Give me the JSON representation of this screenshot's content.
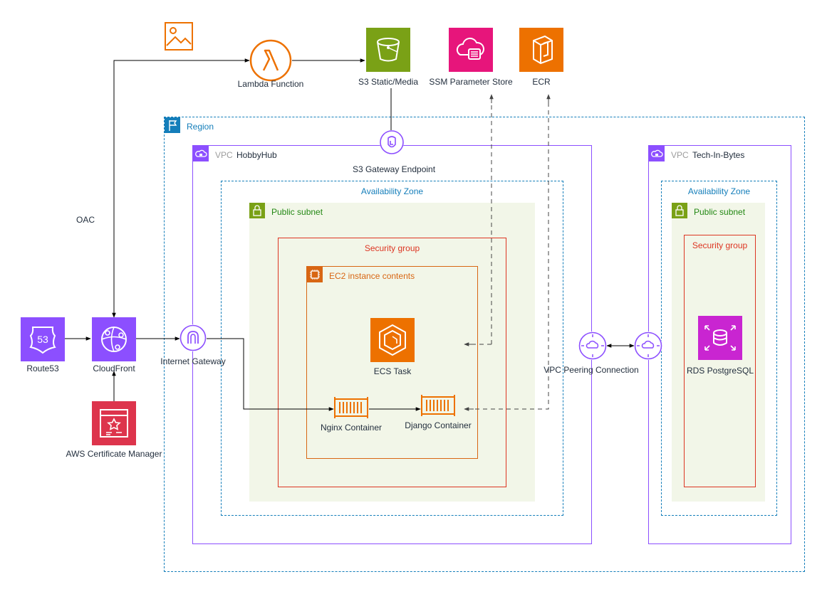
{
  "groups": {
    "region": "Region",
    "vpc_prefix": "VPC",
    "vpc_hobbyhub": "HobbyHub",
    "vpc_techinbytes": "Tech-In-Bytes",
    "az_left": "Availability Zone",
    "az_right": "Availability Zone",
    "subnet_left": "Public subnet",
    "subnet_right": "Public subnet",
    "sg_left": "Security group",
    "sg_right": "Security group",
    "ec2": "EC2 instance contents"
  },
  "services": {
    "lambda": "Lambda Function",
    "s3": "S3 Static/Media",
    "ssm": "SSM Parameter Store",
    "ecr": "ECR",
    "s3_endpoint": "S3 Gateway Endpoint",
    "route53": "Route53",
    "cloudfront": "CloudFront",
    "acm": "AWS Certificate Manager",
    "igw": "Internet Gateway",
    "ecs_task": "ECS Task",
    "nginx": "Nginx Container",
    "django": "Django Container",
    "peering": "VPC Peering Connection",
    "rds": "RDS PostgreSQL",
    "oac": "OAC",
    "route53_badge": "53"
  },
  "colors": {
    "compute": "#ed7100",
    "storage": "#7aa116",
    "management": "#e7157b",
    "networking": "#8c4fff",
    "security": "#dd344c",
    "database": "#c925d1",
    "region": "#147eba",
    "subnet": "#7aa116",
    "security_group": "#dd3522",
    "ec2": "#d86613"
  }
}
